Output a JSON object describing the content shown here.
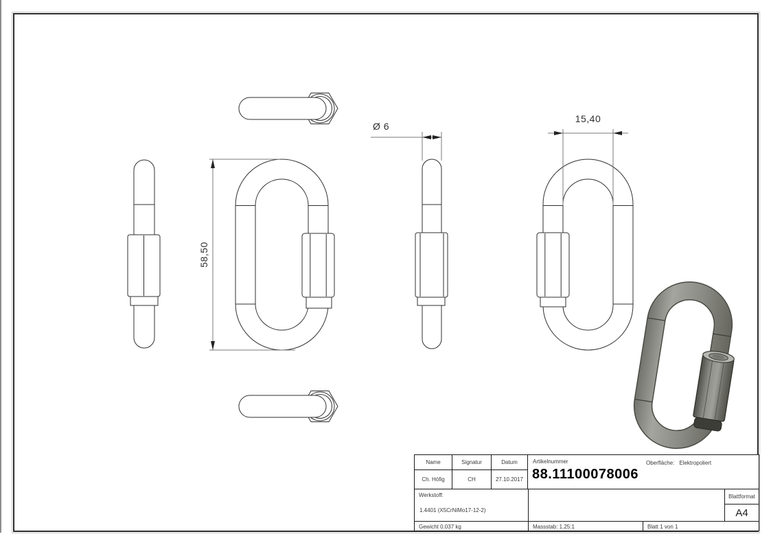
{
  "drawing": {
    "dimensions": {
      "overall_height": "58,50",
      "rod_diameter": "Ø 6",
      "inner_width": "15,40"
    },
    "colors": {
      "line": "#2f2f2f",
      "dim_line": "#7a7a7a",
      "metal_mid": "#8b8b85",
      "metal_dark": "#4a4a44",
      "metal_light": "#b8b8b2"
    }
  },
  "title_block": {
    "name_label": "Name",
    "signatur_label": "Signatur",
    "datum_label": "Datum",
    "name": "Ch. Höfig",
    "signatur": "CH",
    "datum": "27.10.2017",
    "artikelnummer_label": "Artikelnummer",
    "artikelnummer": "88.11100078006",
    "oberflaeche_label": "Oberfläche:",
    "oberflaeche_value": "Elektropoliert",
    "werkstoff_label": "Werkstoff:",
    "werkstoff_value": "1.4401 (X5CrNiMo17-12-2)",
    "blattformat_label": "Blattformat",
    "blattformat_value": "A4",
    "gewicht": "Gewicht 0.037 kg",
    "massstab": "Massstab: 1.25:1",
    "blatt": "Blatt 1 von 1"
  }
}
